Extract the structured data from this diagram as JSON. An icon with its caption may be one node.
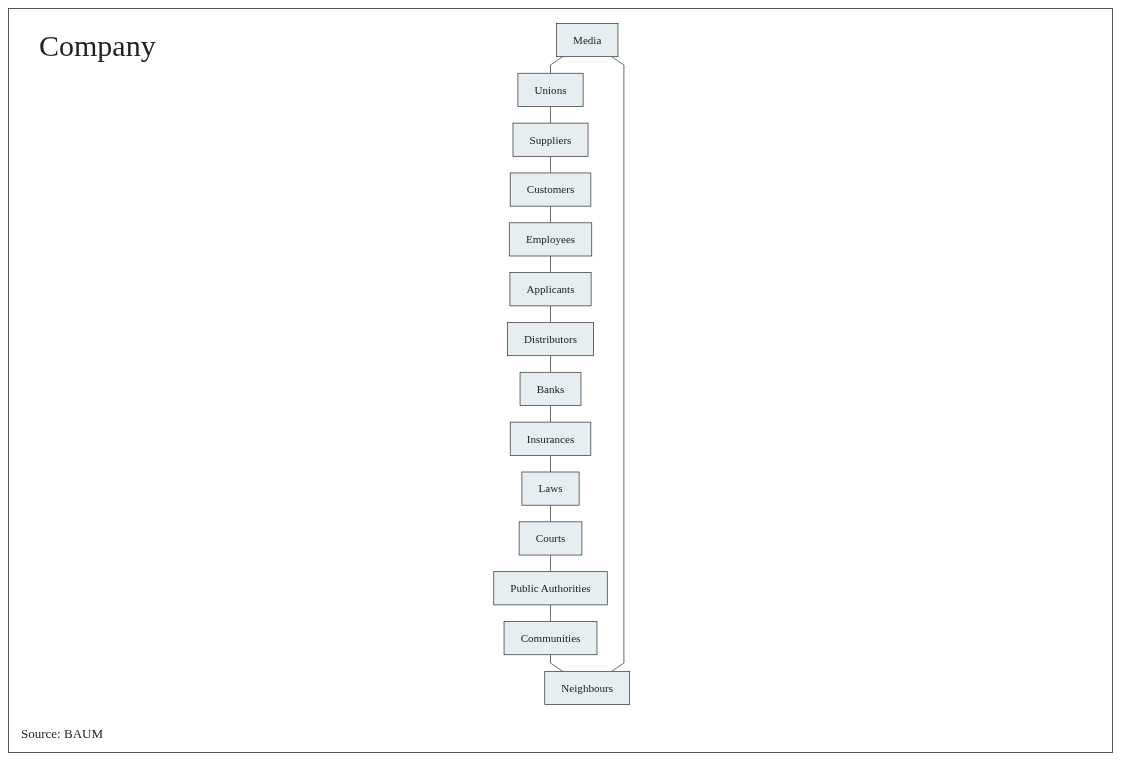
{
  "diagram": {
    "caption": "Source: BAUM",
    "nodes": [
      {
        "text": [
          "Media"
        ]
      },
      {
        "text": [
          "Unions"
        ]
      },
      {
        "text": [
          "Neighbours"
        ]
      },
      {
        "text": [
          "Suppliers"
        ]
      },
      {
        "text": [
          "Communities"
        ]
      },
      {
        "text": [
          "Customers"
        ]
      },
      {
        "text": [
          "Public Authorities"
        ]
      },
      {
        "text": [
          "Employees"
        ]
      },
      {
        "text": [
          "Courts"
        ]
      },
      {
        "text": [
          "Applicants"
        ]
      },
      {
        "text": [
          "Laws"
        ]
      },
      {
        "text": [
          "Distributors"
        ]
      },
      {
        "text": [
          "Insurances"
        ]
      },
      {
        "text": [
          "Banks"
        ]
      }
    ],
    "edges": [
      {
        "from": 0,
        "to": 1,
        "arrow": "none"
      },
      {
        "from": 1,
        "to": 3,
        "arrow": "none"
      },
      {
        "from": 3,
        "to": 5,
        "arrow": "none"
      },
      {
        "from": 5,
        "to": 7,
        "arrow": "none"
      },
      {
        "from": 7,
        "to": 9,
        "arrow": "none"
      },
      {
        "from": 9,
        "to": 11,
        "arrow": "none"
      },
      {
        "from": 11,
        "to": 13,
        "arrow": "none"
      },
      {
        "from": 13,
        "to": 12,
        "arrow": "none"
      },
      {
        "from": 12,
        "to": 10,
        "arrow": "none"
      },
      {
        "from": 10,
        "to": 8,
        "arrow": "none"
      },
      {
        "from": 8,
        "to": 6,
        "arrow": "none"
      },
      {
        "from": 6,
        "to": 4,
        "arrow": "none"
      },
      {
        "from": 4,
        "to": 2,
        "arrow": "none"
      },
      {
        "from": 2,
        "to": 0,
        "arrow": "none"
      }
    ],
    "labels": [
      "Company"
    ]
  }
}
